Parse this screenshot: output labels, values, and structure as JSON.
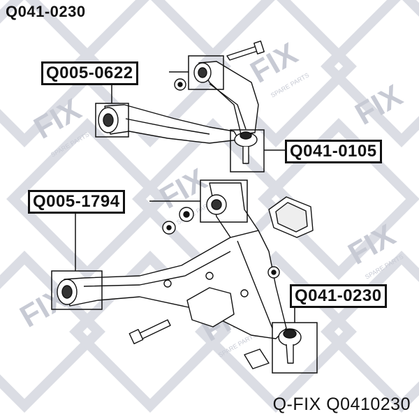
{
  "header": {
    "part_number": "Q041-0230"
  },
  "footer": {
    "caption": "Q-FIX Q0410230"
  },
  "watermark": {
    "brand": "FIX",
    "tagline": "SPARE PARTS"
  },
  "callouts": [
    {
      "id": "upper-arm-bushing",
      "label": "Q005-0622"
    },
    {
      "id": "upper-ball-joint",
      "label": "Q041-0105"
    },
    {
      "id": "lower-arm-bushing",
      "label": "Q005-1794"
    },
    {
      "id": "lower-ball-joint",
      "label": "Q041-0230"
    }
  ],
  "colors": {
    "line": "#111111",
    "watermark": "#c9ccd6",
    "background": "#ffffff"
  }
}
